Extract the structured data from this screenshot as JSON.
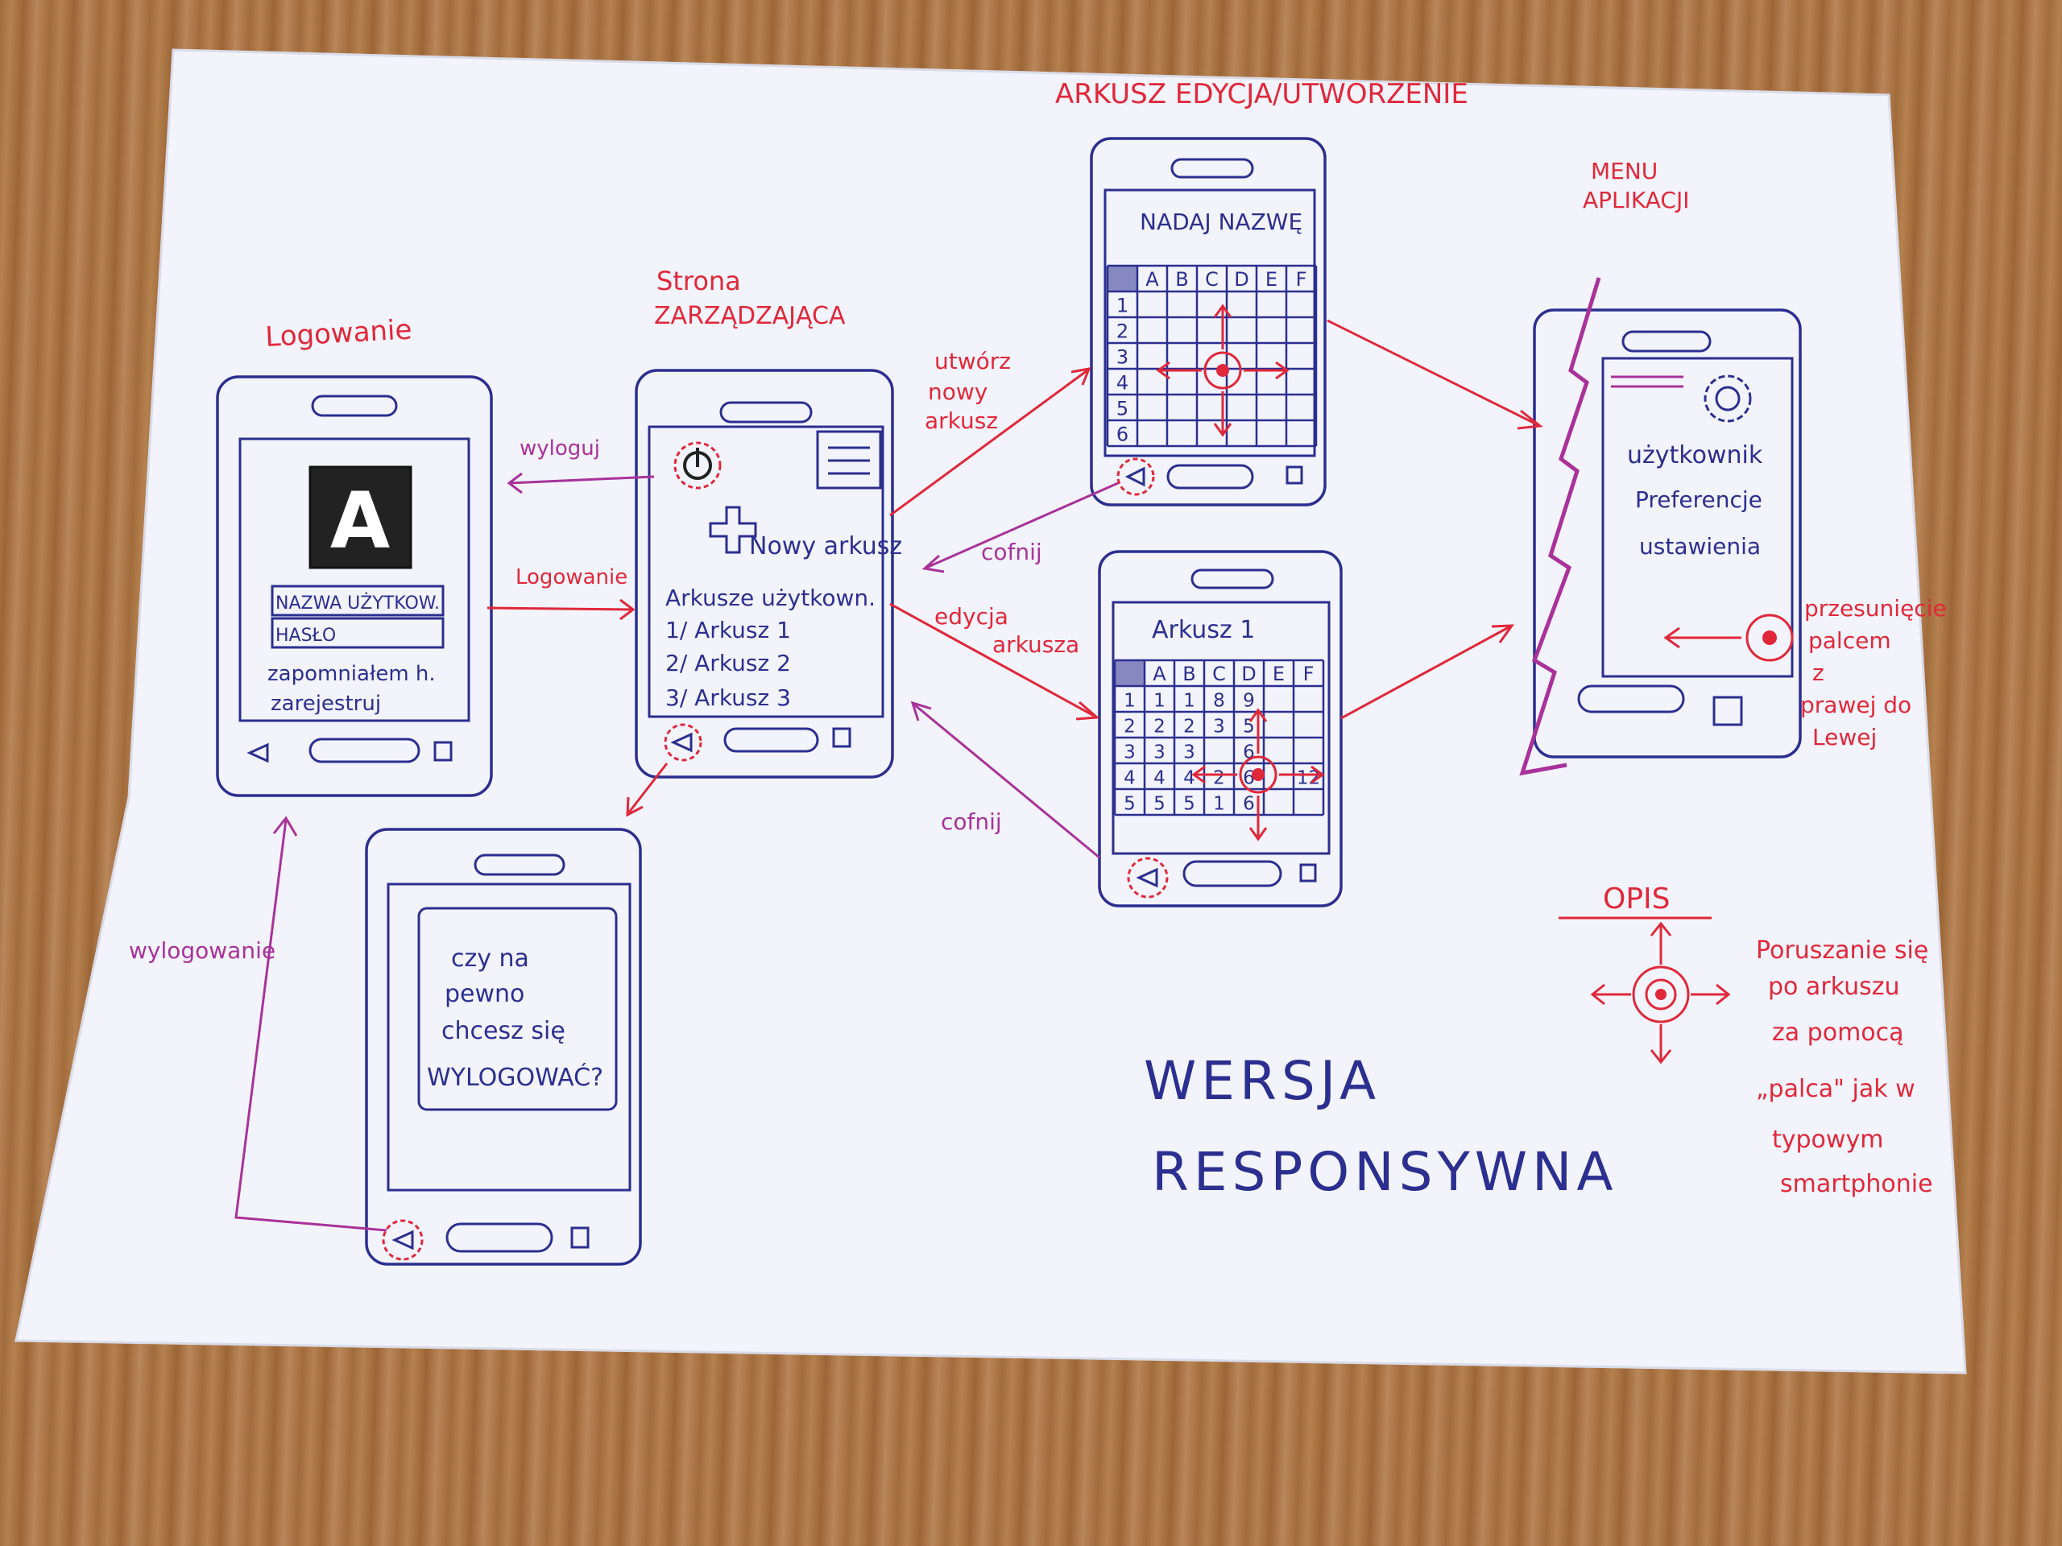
{
  "colors": {
    "ink_blue": "#2b2f8f",
    "ink_red": "#e0283a",
    "ink_purple": "#a8329a",
    "paper": "#f3f4fb",
    "desk": "#a8713f"
  },
  "screens": {
    "login": {
      "title": "Logowanie",
      "logo_letter": "A",
      "username_field": "NAZWA UŻYTKOW.",
      "password_field": "HASŁO",
      "forgot_link": "zapomniałem h.",
      "register_link": "zarejestruj"
    },
    "manage": {
      "title_line1": "Strona",
      "title_line2": "ZARZĄDZAJĄCA",
      "new_sheet": "Nowy arkusz",
      "user_sheets_header": "Arkusze użytkown.",
      "sheets": [
        "1/ Arkusz 1",
        "2/ Arkusz 2",
        "3/ Arkusz 3"
      ]
    },
    "logout_confirm": {
      "lines": [
        "czy na",
        "pewno",
        "chcesz się",
        "WYLOGOWAĆ?"
      ]
    },
    "sheet_create": {
      "title": "ARKUSZ EDYCJA/UTWORZENIE",
      "header": "NADAJ NAZWĘ",
      "columns": [
        "A",
        "B",
        "C",
        "D",
        "E",
        "F"
      ],
      "rows": [
        "1",
        "2",
        "3",
        "4",
        "5",
        "6"
      ]
    },
    "sheet_edit": {
      "header": "Arkusz 1",
      "columns": [
        "A",
        "B",
        "C",
        "D",
        "E",
        "F"
      ],
      "cells": [
        [
          "1",
          "1",
          "1",
          "8",
          "9",
          "",
          ""
        ],
        [
          "2",
          "2",
          "2",
          "3",
          "5",
          "",
          ""
        ],
        [
          "3",
          "3",
          "3",
          "",
          "6",
          "",
          ""
        ],
        [
          "4",
          "4",
          "4",
          "2",
          "6",
          "",
          "12"
        ],
        [
          "5",
          "5",
          "5",
          "1",
          "6",
          "",
          ""
        ]
      ]
    },
    "app_menu": {
      "title_line1": "MENU",
      "title_line2": "APLIKACJI",
      "items": [
        "użytkownik",
        "Preferencje",
        "ustawienia"
      ],
      "swipe_note": [
        "przesunięcie",
        "palcem",
        "z",
        "prawej do",
        "Lewej"
      ]
    }
  },
  "arrows": {
    "logout": "wyloguj",
    "login": "Logowanie",
    "create_sheet": [
      "utwórz",
      "nowy",
      "arkusz"
    ],
    "back_top": "cofnij",
    "edit_sheet": [
      "edycja",
      "arkusza"
    ],
    "back_bottom": "cofnij",
    "logging_out": "wylogowanie"
  },
  "legend": {
    "title": "OPIS",
    "description": [
      "Poruszanie się",
      "po arkuszu",
      "za pomocą",
      "„palca\" jak w",
      "typowym",
      "smartphonie"
    ]
  },
  "footer": {
    "line1": "WERSJA",
    "line2": "RESPONSYWNA"
  }
}
